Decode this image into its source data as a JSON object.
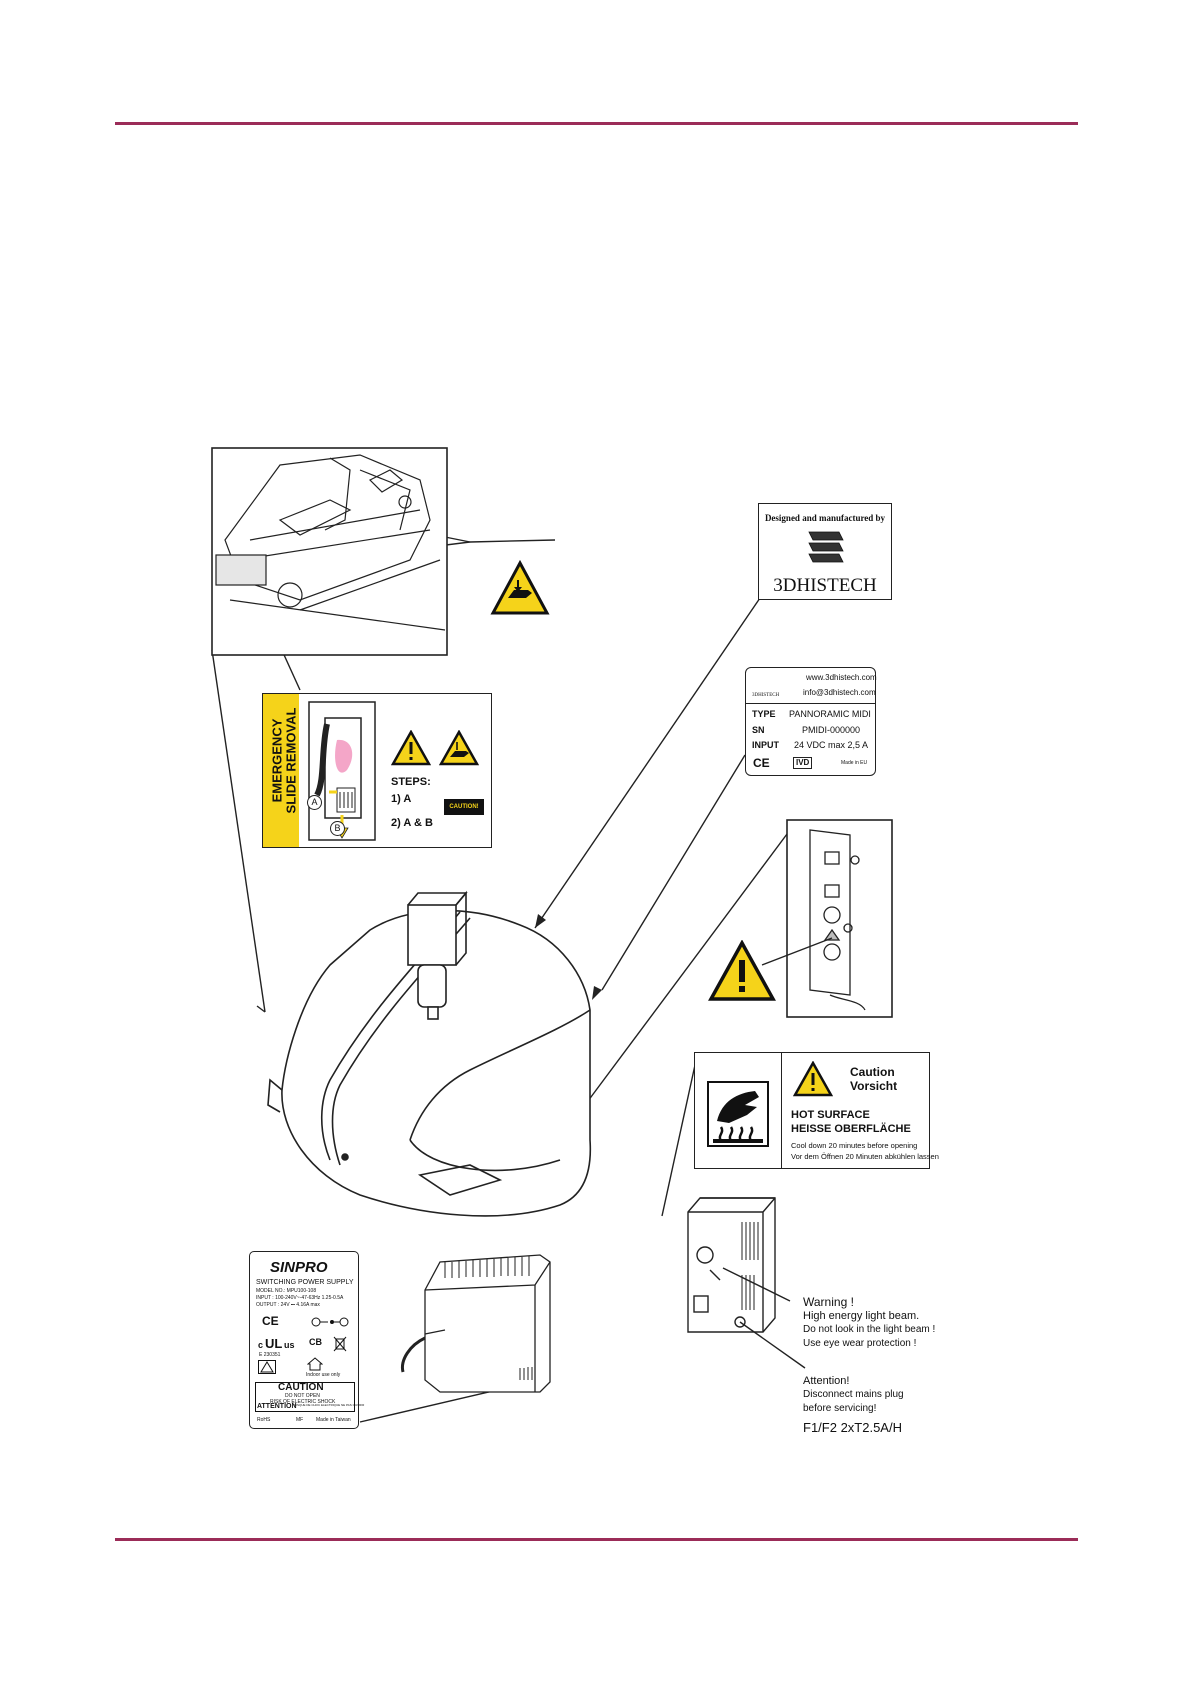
{
  "colors": {
    "rule": "#9b2c58",
    "warning_yellow": "#f5d31a",
    "slide_pink": "#f4a6c8"
  },
  "company_label": {
    "title": "Designed and manufactured by",
    "name": "3DHISTECH",
    "logo": "3dhistech-logo"
  },
  "emergency_label": {
    "vertical_text": [
      "EMERGENCY",
      "SLIDE REMOVAL"
    ],
    "steps_heading": "STEPS:",
    "steps": [
      "1) A",
      "2) A & B"
    ],
    "caution_badge": "CAUTION!",
    "marker_a": "A",
    "marker_b": "B"
  },
  "rating_label": {
    "logo_text": "3DHISTECH",
    "web": "www.3dhistech.com",
    "email": "info@3dhistech.com",
    "rows": [
      {
        "key": "TYPE",
        "value": "PANNORAMIC MIDI"
      },
      {
        "key": "SN",
        "value": "PMIDI-000000"
      },
      {
        "key": "INPUT",
        "value": "24 VDC max 2,5 A"
      }
    ],
    "ce": "CE",
    "ivd": "IVD",
    "made_in": "Made in EU"
  },
  "hot_surface_label": {
    "caution": "Caution",
    "vorsicht": "Vorsicht",
    "line1": "HOT SURFACE",
    "line2": "HEISSE OBERFLÄCHE",
    "note1": "Cool down 20 minutes before opening",
    "note2": "Vor dem Öffnen 20 Minuten abkühlen lassen"
  },
  "psu_label": {
    "brand": "SINPRO",
    "title": "SWITCHING POWER SUPPLY",
    "model": "MODEL NO.: MPU100-108",
    "input": "INPUT : 100-240V~-47-63Hz  1.25-0.5A",
    "output": "OUTPUT : 24V ⎓ 4.16A  max",
    "ce": "CE",
    "ul_file": "E 230351",
    "cb": "CB",
    "indoor": "Indoor use only",
    "caution": "CAUTION",
    "caution_sub1": "DO NOT OPEN",
    "caution_sub2": "RISK OF ELECTRIC SHOCK",
    "attention": "ATTENTION",
    "attention_sub": "RISQUE DE CHOC ELECTRIQUE NE PAS OUVRIR",
    "rohs": "RoHS",
    "mf": "MF",
    "made_in": "Made in Taiwan",
    "ul_mark": "UL",
    "ul_c": "c",
    "ul_us": "us"
  },
  "rear_notes": {
    "warning_title": "Warning !",
    "warning_lines": [
      "High energy light beam.",
      "Do not look in the light beam !",
      "Use eye wear protection !"
    ],
    "attention_title": "Attention!",
    "attention_lines": [
      "Disconnect mains plug",
      "before servicing!"
    ],
    "fuse": "F1/F2 2xT2.5A/H"
  },
  "icons": [
    "pinch-hazard-icon",
    "warning-triangle-icon",
    "hot-surface-icon",
    "laser-warning-icon"
  ]
}
